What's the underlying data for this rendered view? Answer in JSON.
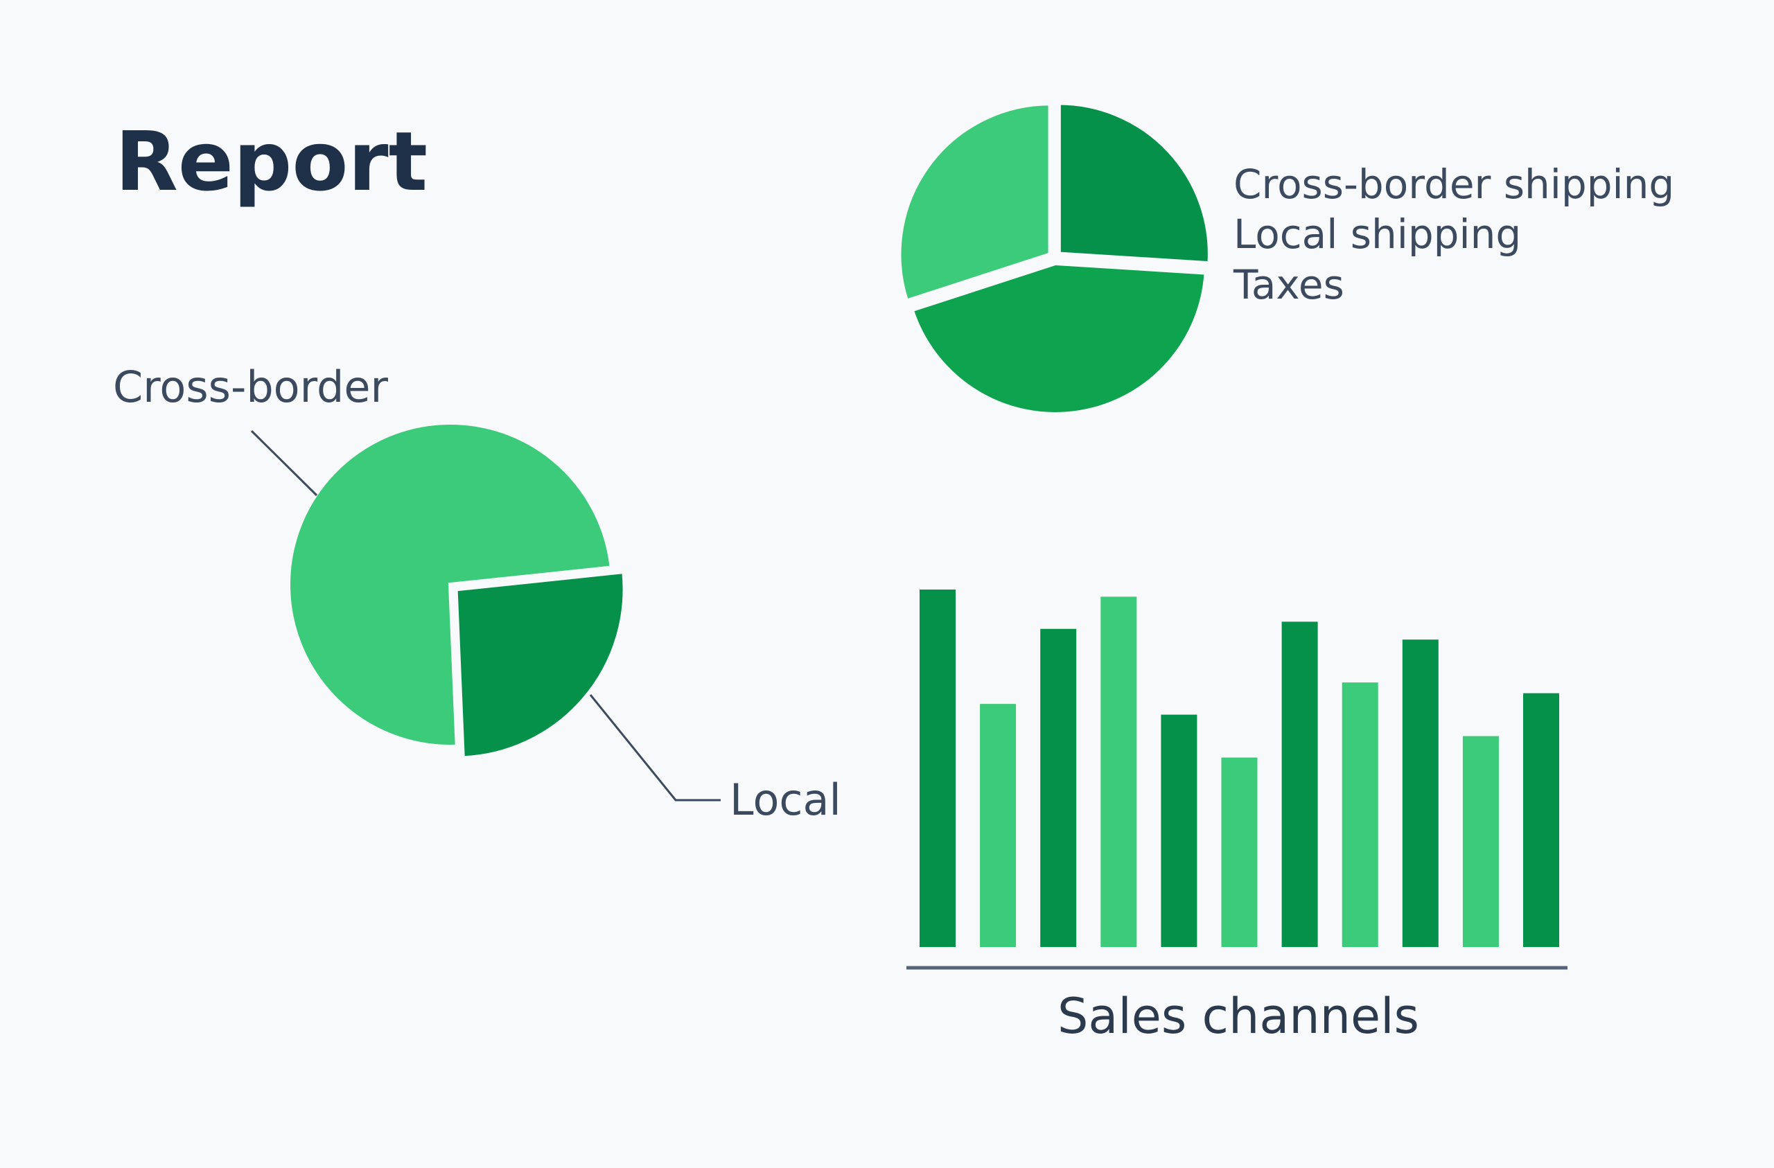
{
  "title": "Report",
  "colors": {
    "dark": "#06914a",
    "medium": "#0ea34f",
    "light": "#3ccb7a",
    "text": "#3b4a5e"
  },
  "chart_data": [
    {
      "type": "pie",
      "title": "",
      "legend_position": "right",
      "slices": [
        {
          "label": "Cross-border shipping",
          "value": 26,
          "color": "#06914a"
        },
        {
          "label": "Local shipping",
          "value": 44,
          "color": "#0ea34f"
        },
        {
          "label": "Taxes",
          "value": 30,
          "color": "#3ccb7a"
        }
      ]
    },
    {
      "type": "pie",
      "title": "",
      "slices": [
        {
          "label": "Local",
          "value": 26,
          "color": "#06914a"
        },
        {
          "label": "Cross-border",
          "value": 74,
          "color": "#3ccb7a"
        }
      ]
    },
    {
      "type": "bar",
      "xlabel": "Sales channels",
      "ylabel": "",
      "ylim": [
        0,
        100
      ],
      "grid": false,
      "values": [
        100,
        68,
        89,
        98,
        65,
        53,
        91,
        74,
        86,
        59,
        71
      ],
      "colors": [
        "#06914a",
        "#3ccb7a",
        "#06914a",
        "#3ccb7a",
        "#06914a",
        "#3ccb7a",
        "#06914a",
        "#3ccb7a",
        "#06914a",
        "#3ccb7a",
        "#06914a"
      ]
    }
  ]
}
